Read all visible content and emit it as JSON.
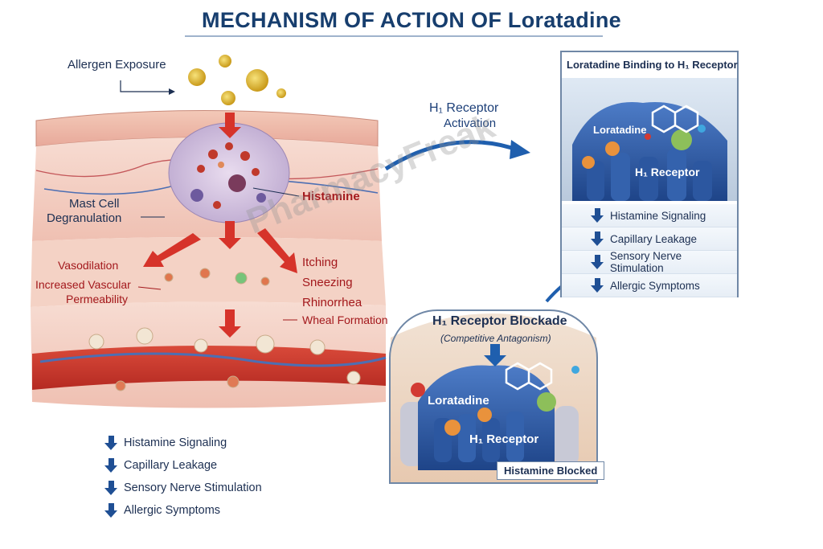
{
  "title": "MECHANISM OF ACTION OF Loratadine",
  "left": {
    "allergen_exposure": "Allergen Exposure",
    "mast_cell_line1": "Mast Cell",
    "mast_cell_line2": "Degranulation",
    "histamine": "Histamine",
    "vasodilation": "Vasodilation",
    "increased_vascular": "Increased Vascular",
    "permeability": "Permeability",
    "itching": "Itching",
    "sneezing": "Sneezing",
    "rhinorrhea": "Rhinorrhea",
    "wheal_formation": "Wheal Formation",
    "effects": [
      "Histamine Signaling",
      "Capillary Leakage",
      "Sensory Nerve Stimulation",
      "Allergic Symptoms"
    ]
  },
  "activation": {
    "line1": "H₁ Receptor",
    "line2": "Activation"
  },
  "binding_panel": {
    "title": "Loratadine Binding to H₁ Receptor",
    "drug_label": "Loratadine",
    "receptor_label": "H₁ Receptor",
    "effects": [
      "Histamine Signaling",
      "Capillary Leakage",
      "Sensory Nerve Stimulation",
      "Allergic Symptoms"
    ]
  },
  "blockade_panel": {
    "title": "H₁ Receptor Blockade",
    "subtitle": "(Competitive Antagonism)",
    "drug_label": "Loratadine",
    "receptor_label": "H₁ Receptor",
    "badge": "Histamine Blocked"
  },
  "watermark": "PharmacyFreak",
  "colors": {
    "title": "#173e6e",
    "red_text": "#a3181c",
    "arrow_red": "#d6332a",
    "arrow_blue": "#1f5fae",
    "receptor_blue": "#2f5da8"
  }
}
